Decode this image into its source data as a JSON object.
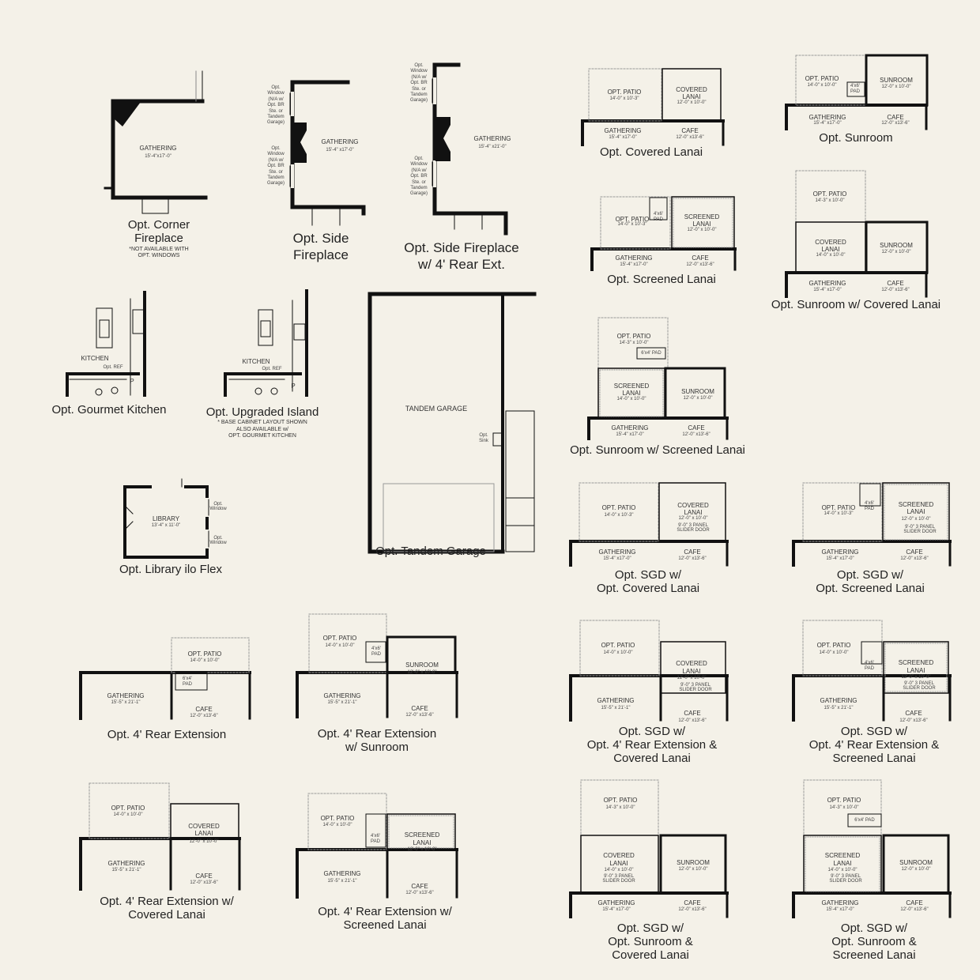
{
  "labels": {
    "corner": [
      "Opt. Corner",
      "Fireplace"
    ],
    "corner_note": [
      "*NOT AVAILABLE WITH",
      "OPT. WINDOWS"
    ],
    "side": [
      "Opt.  Side",
      "Fireplace"
    ],
    "side_rear": [
      "Opt. Side Fireplace",
      "w/ 4' Rear Ext."
    ],
    "gourmet": "Opt. Gourmet Kitchen",
    "island": "Opt. Upgraded Island",
    "island_note": [
      "* BASE CABINET LAYOUT SHOWN",
      "ALSO AVAILABLE w/",
      "OPT. GOURMET KITCHEN"
    ],
    "library": "Opt. Library ilo Flex",
    "tandem": "Opt. Tandem Garage",
    "rear4": "Opt. 4' Rear Extension",
    "rear4_sun": [
      "Opt. 4' Rear Extension",
      "w/ Sunroom"
    ],
    "rear4_cov": [
      "Opt. 4' Rear Extension w/",
      "Covered Lanai"
    ],
    "rear4_scr": [
      "Opt. 4' Rear Extension w/",
      "Screened Lanai"
    ],
    "covered_lanai": "Opt. Covered Lanai",
    "sunroom": "Opt. Sunroom",
    "screened_lanai": "Opt. Screened Lanai",
    "sunroom_cov": "Opt. Sunroom w/ Covered Lanai",
    "sunroom_scr": "Opt. Sunroom w/ Screened Lanai",
    "sgd_cov": [
      "Opt. SGD w/",
      "Opt. Covered Lanai"
    ],
    "sgd_scr": [
      "Opt. SGD w/",
      "Opt. Screened Lanai"
    ],
    "sgd_rear_cov": [
      "Opt. SGD w/",
      "Opt. 4' Rear Extension &",
      "Covered Lanai"
    ],
    "sgd_rear_scr": [
      "Opt. SGD w/",
      "Opt. 4' Rear Extension &",
      "Screened Lanai"
    ],
    "sgd_sun_cov": [
      "Opt. SGD w/",
      "Opt. Sunroom &",
      "Covered Lanai"
    ],
    "sgd_sun_scr": [
      "Opt. SGD w/",
      "Opt. Sunroom &",
      "Screened Lanai"
    ]
  },
  "rooms": {
    "gathering": "GATHERING",
    "cafe": "CAFE",
    "opt_patio": "OPT. PATIO",
    "covered_lanai": [
      "COVERED",
      "LANAI"
    ],
    "screened_lanai": [
      "SCREENED",
      "LANAI"
    ],
    "sunroom": "SUNROOM",
    "kitchen": "KITCHEN",
    "library": "LIBRARY",
    "tandem_garage": "TANDEM GARAGE",
    "opt_ref": "Opt. REF",
    "pantry": "P",
    "opt_sink": [
      "Opt.",
      "Sink"
    ],
    "opt_window": [
      "Opt.",
      "Window"
    ],
    "pad_4x6": [
      "4'x6'",
      "PAD"
    ],
    "pad_6x4": "6'x4' PAD",
    "pad_6x4_split": [
      "6'x4'",
      "PAD"
    ],
    "slider_door": [
      "9'-0\" 3 PANEL",
      "SLIDER DOOR"
    ],
    "opt_window_note": [
      "Opt.",
      "Window",
      "(N/A w/",
      "Opt. BR",
      "Ste. or",
      "Tandem",
      "Garage)"
    ]
  },
  "dims": {
    "g_17": "15'-4\" x17'-0\"",
    "g_17b": "15'-4\"x17'-0\"",
    "g_21": "15'-4\" x21'-0\"",
    "g_rear": "15'-5\" x 21'-1\"",
    "cafe": "12'-0\" x13'-6\"",
    "p_10_3": "14'-0\" x 10'-3\"",
    "p_14_10": "14'-0\" x 10'-0\"",
    "p_14_3": "14'-3\" x 10'-0\"",
    "r_12_10": "12'-0\" x 10'-0\"",
    "r_14_10": "14'-0\" x 10'-0\"",
    "library": "13'-4\" x 11'-0\""
  }
}
